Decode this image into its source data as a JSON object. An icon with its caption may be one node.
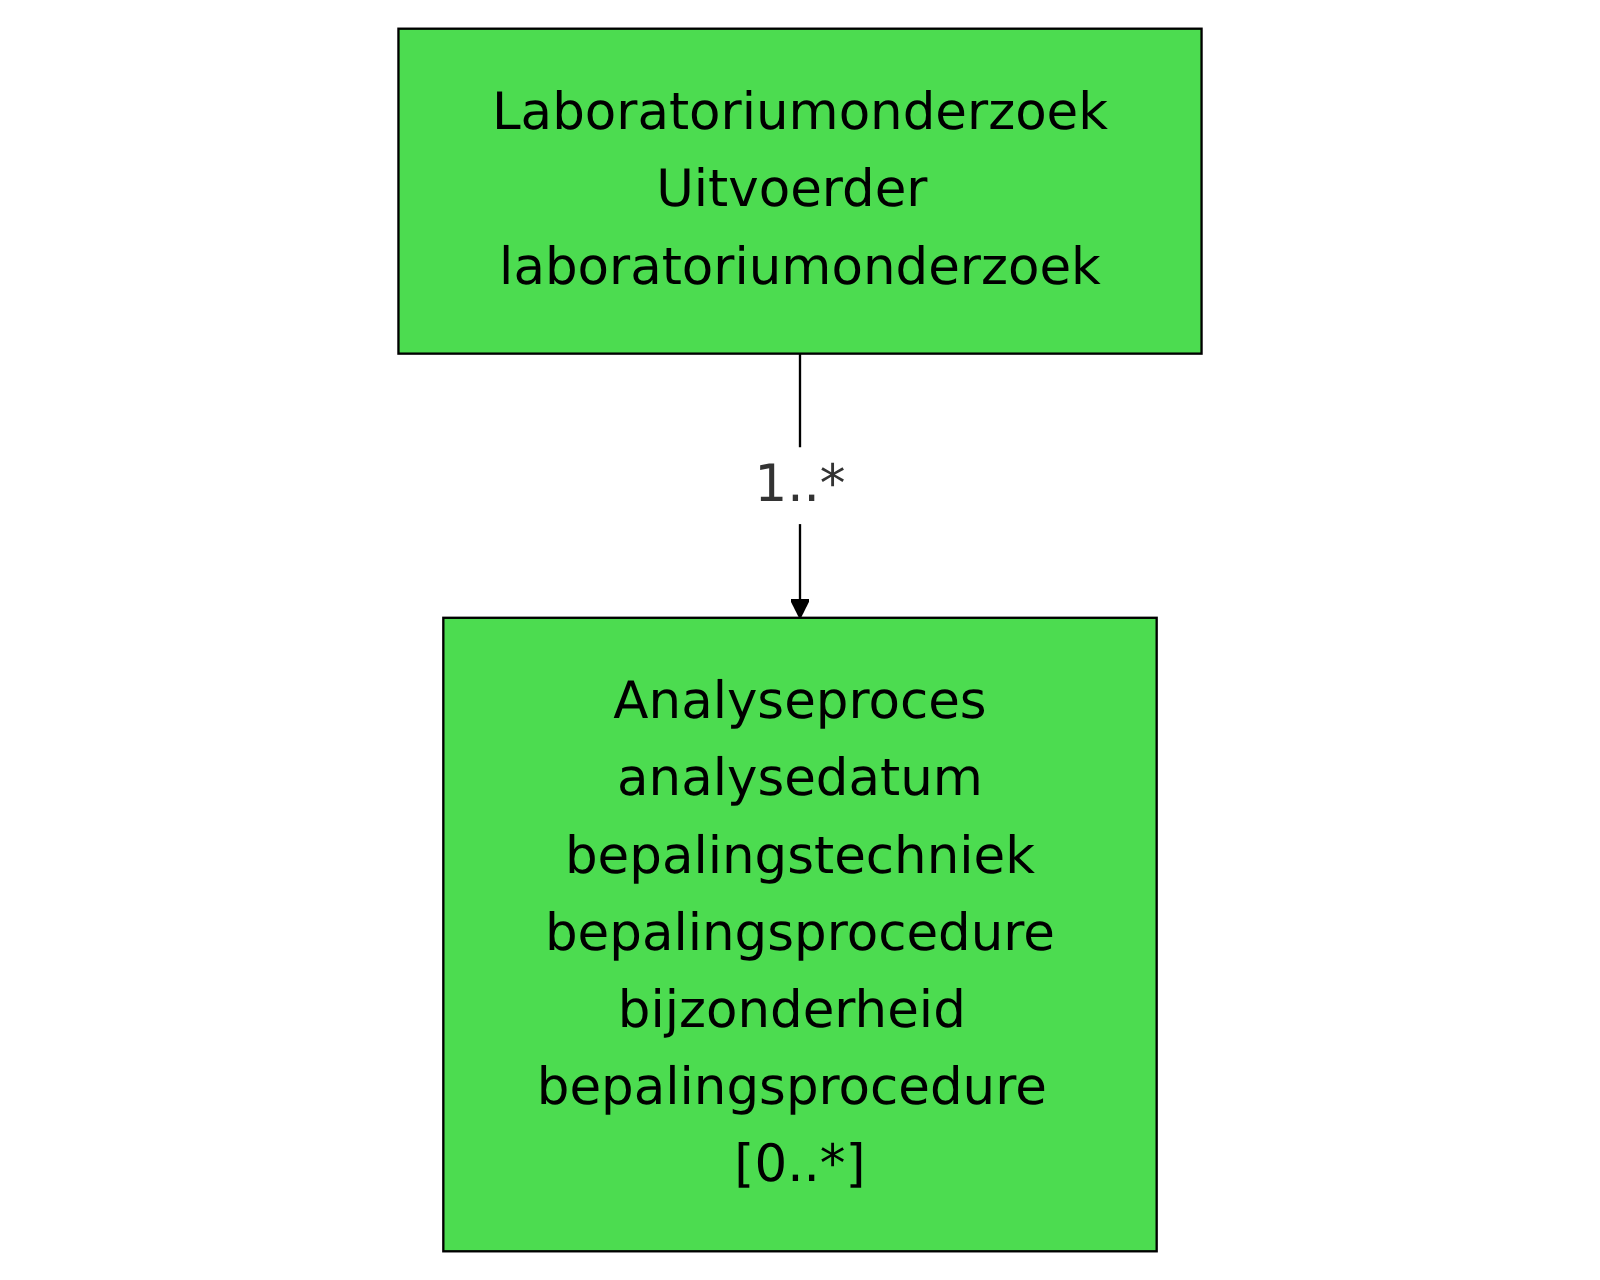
{
  "diagram": {
    "nodes": [
      {
        "text": [
          "Laboratoriumonderzoek",
          "Uitvoerder laboratoriumonderzoek"
        ]
      },
      {
        "text": [
          "Analyseproces",
          "analysedatum",
          "bepalingstechniek",
          "bepalingsprocedure",
          "bijzonderheid bepalingsprocedure [0..*]"
        ]
      }
    ],
    "edges": [
      {
        "from": 0,
        "to": 1,
        "arrow": "to",
        "label": "1..*"
      }
    ]
  }
}
